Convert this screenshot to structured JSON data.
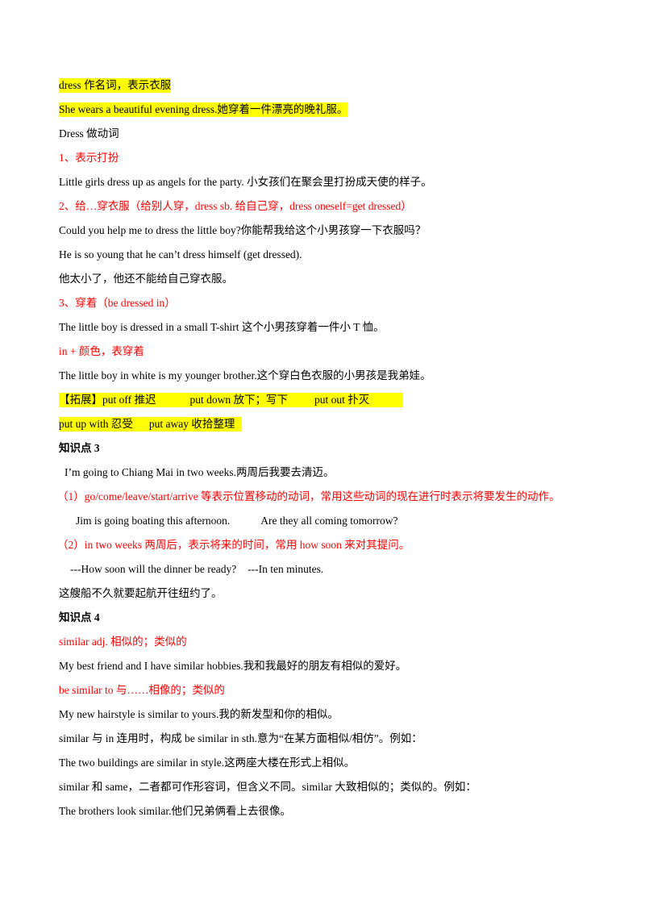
{
  "lines": {
    "l1": "dress  作名词，表示衣服",
    "l2": "She wears a beautiful evening dress.她穿着一件漂亮的晚礼服。",
    "l3": "Dress  做动词",
    "l4": "1、表示打扮",
    "l5": "Little girls dress up as angels for the party. 小女孩们在聚会里打扮成天使的样子。",
    "l6": "2、给…穿衣服（给别人穿，dress sb. 给自己穿，dress oneself=get dressed）",
    "l7": "Could you help me to dress the little boy?你能帮我给这个小男孩穿一下衣服吗？",
    "l8": "He is so young that he can’t dress himself (get dressed).",
    "l9": "他太小了，他还不能给自己穿衣服。",
    "l10": "3、穿着（be dressed in）",
    "l11": "The little boy is dressed in a small T-shirt 这个小男孩穿着一件小 T 恤。",
    "l12": "in + 颜色，表穿着",
    "l13": "The little boy in white is my younger brother.这个穿白色衣服的小男孩是我弟娃。",
    "l14a": "【拓展】put off 推迟",
    "l14b": "put down 放下；写下",
    "l14c": "put out 扑灭",
    "l15a": "put up with 忍受",
    "l15b": "put away 收拾整理",
    "l16": "知识点 3",
    "l17": "I’m going to Chiang Mai in two weeks.两周后我要去清迈。",
    "l18": "（1）go/come/leave/start/arrive 等表示位置移动的动词，常用这些动词的现在进行时表示将要发生的动作。",
    "l19a": "Jim is going boating this afternoon.",
    "l19b": "Are they all coming tomorrow?",
    "l20": "（2）in two weeks 两周后，表示将来的时间，常用 how soon 来对其提问。",
    "l21a": "---How soon will the dinner be ready?",
    "l21b": "---In ten minutes.",
    "l22": "这艘船不久就要起航开往纽约了。",
    "l23": "知识点 4",
    "l24": "similar adj.  相似的；类似的",
    "l25": "My best friend and I have similar hobbies.我和我最好的朋友有相似的爱好。",
    "l26": "be similar to  与……相像的；类似的",
    "l27": "My new hairstyle is similar to yours.我的新发型和你的相似。",
    "l28": "similar 与 in 连用时，构成 be similar in sth.意为“在某方面相似/相仿”。例如：",
    "l29": "The two buildings are similar in style.这两座大楼在形式上相似。",
    "l30": "similar 和 same，二者都可作形容词，但含义不同。similar 大致相似的；类似的。例如：",
    "l31": "The brothers look similar.他们兄弟俩看上去很像。"
  },
  "colors": {
    "highlight": "#ffff00",
    "emphasis": "#ff0000",
    "text": "#000000"
  }
}
